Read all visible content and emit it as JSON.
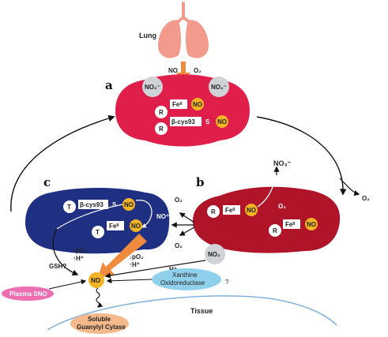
{
  "labels": {
    "lung": "Lung",
    "no_in": "NO",
    "o2_in": "O₂",
    "tissue": "Tissue",
    "panel_a": "a",
    "panel_b": "b",
    "panel_c": "c"
  },
  "cell_a": {
    "nitrite_left": "NO₂⁻",
    "nitrite_right": "NO₂⁻",
    "r1": "R",
    "fe1": "Feᴵᴵ",
    "no1": "NO",
    "r2": "R",
    "cys": "β-cys93",
    "s": "S",
    "no2": "NO"
  },
  "cell_b": {
    "nitrate": "NO₃⁻",
    "o2_out": "O₂",
    "r1": "R",
    "fe1": "Feᴵᴵ",
    "no1": "NO",
    "r2": "R",
    "fe2": "Feᴵᴵ",
    "no2": "NO",
    "nitrite": "NO₂",
    "o2_right": "O₂",
    "o2_upper": "O₂",
    "o2_lower": "O₂"
  },
  "cell_c": {
    "t1": "T",
    "cys": "β-cys93",
    "s": "S",
    "no1": "NO",
    "no_plus": "NO⁺",
    "t2": "T",
    "fe": "Feᴵᴵ",
    "no2": "NO",
    "po2_l": "↓pO₂",
    "h_l": "↑H⁺",
    "po2_r": "↓pO₂",
    "h_r": "↑H⁺",
    "gsh": "GSH?"
  },
  "products": {
    "no_center": "NO",
    "h_plus": "H⁺",
    "plasma_sno": "Plasma SNO",
    "xanthine_1": "Xanthine",
    "xanthine_2": "Oxidoreductase",
    "question": "?",
    "guanylyl_1": "Soluble",
    "guanylyl_2": "Guanylyl Cylase"
  },
  "colors": {
    "cell_a": "#e01e4a",
    "cell_b": "#b01428",
    "cell_c": "#1f2f82",
    "no_circle": "#f2b423",
    "nitrite_circle": "#cfd3d6",
    "lung": "#f29a8c",
    "arrow_orange": "#f08a3c",
    "plasma_sno": "#ee6fb1",
    "xanthine": "#8fd0ec",
    "guanylyl": "#f6b98b",
    "tissue_line": "#7fb2dc"
  }
}
